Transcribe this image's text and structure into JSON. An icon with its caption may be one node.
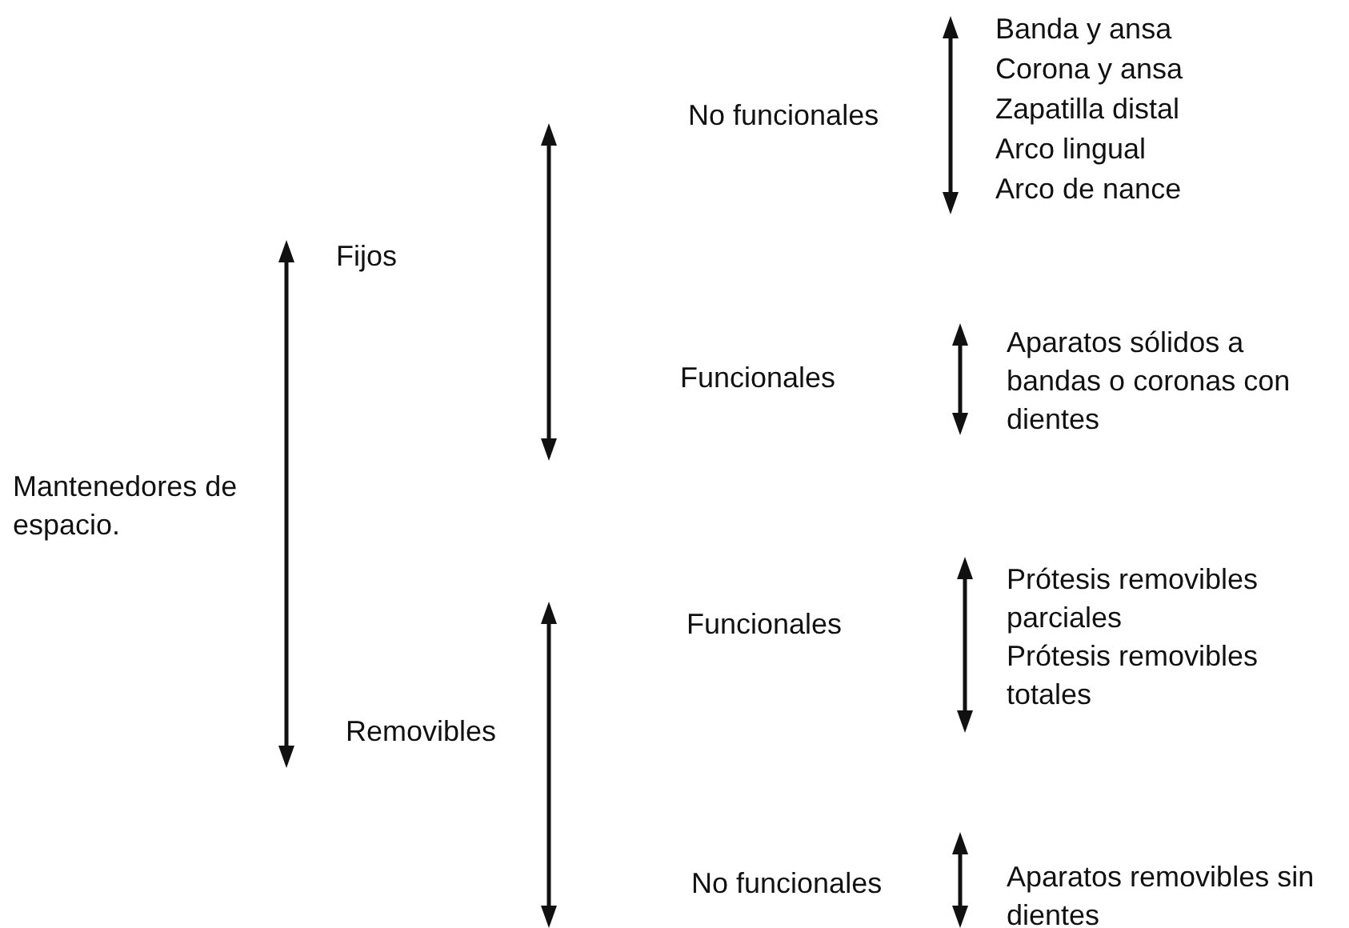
{
  "diagram": {
    "labels": [
      "No funcionales",
      "Banda y ansa",
      "Corona y ansa",
      "Zapatilla distal",
      "Arco lingual",
      "Arco de nance",
      "Fijos",
      "Funcionales",
      "Aparatos sólidos a bandas o coronas con dientes",
      "Mantenedores de espacio.",
      "Funcionales",
      "Prótesis removibles parciales",
      "Prótesis removibles totales",
      "Removibles",
      "No funcionales",
      "Aparatos removibles sin dientes"
    ]
  }
}
